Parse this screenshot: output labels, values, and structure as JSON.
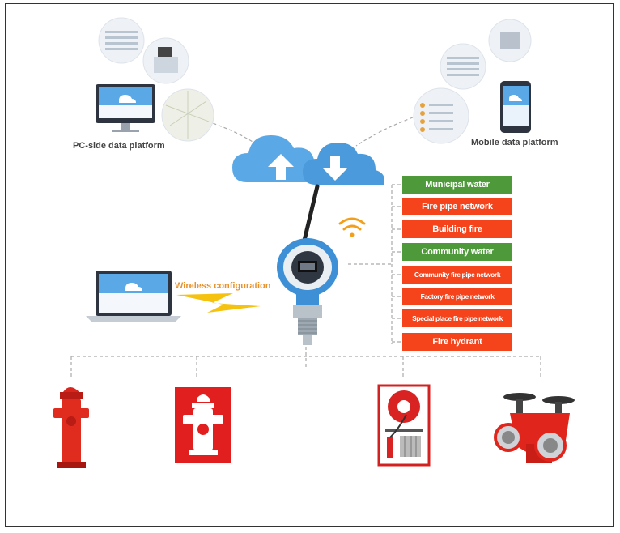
{
  "labels": {
    "pc_platform": "PC-side data platform",
    "mobile_platform": "Mobile data platform",
    "wireless_config": "Wireless configuration"
  },
  "categories": [
    {
      "text": "Municipal water",
      "color": "#4e9a3a"
    },
    {
      "text": "Fire pipe network",
      "color": "#f5431c"
    },
    {
      "text": "Building fire",
      "color": "#f5431c"
    },
    {
      "text": "Community water",
      "color": "#4e9a3a"
    },
    {
      "text": "Community fire pipe network",
      "color": "#f5431c"
    },
    {
      "text": "Factory fire pipe network",
      "color": "#f5431c"
    },
    {
      "text": "Special place fire pipe network",
      "color": "#f5431c"
    },
    {
      "text": "Fire hydrant",
      "color": "#f5431c"
    }
  ],
  "icons": [
    "cloud-upload-icon",
    "cloud-download-icon",
    "wifi-icon",
    "lightning-icon",
    "fire-hydrant-icon",
    "fire-hydrant-sign-icon",
    "fire-hose-cabinet-icon",
    "valve-hydrant-icon"
  ]
}
